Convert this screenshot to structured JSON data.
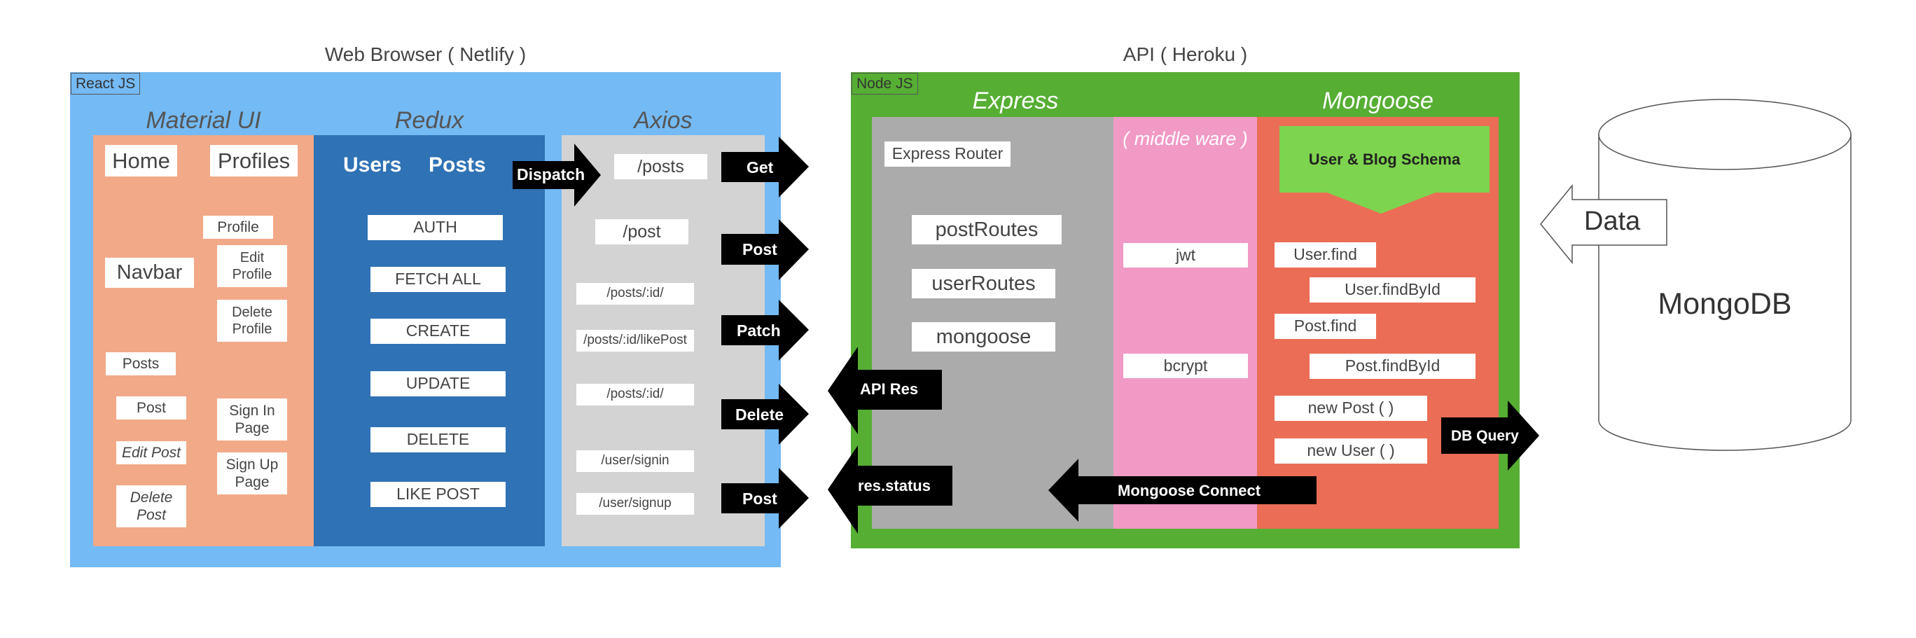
{
  "web_browser": {
    "title": "Web Browser ( Netlify )",
    "tag": "React JS",
    "material_ui": {
      "heading": "Material UI",
      "home": "Home",
      "profiles": "Profiles",
      "profile": "Profile",
      "navbar": "Navbar",
      "edit_profile": "Edit\nProfile",
      "delete_profile": "Delete\nProfile",
      "posts": "Posts",
      "post": "Post",
      "sign_in": "Sign In\nPage",
      "edit_post": "Edit Post",
      "sign_up": "Sign Up\nPage",
      "delete_post": "Delete\nPost"
    },
    "redux": {
      "heading": "Redux",
      "users": "Users",
      "posts": "Posts",
      "actions": [
        "AUTH",
        "FETCH ALL",
        "CREATE",
        "UPDATE",
        "DELETE",
        "LIKE POST"
      ]
    },
    "axios": {
      "heading": "Axios",
      "routes": [
        "/posts",
        "/post",
        "/posts/:id/",
        "/posts/:id/likePost",
        "/posts/:id/",
        "/user/signin",
        "/user/signup"
      ]
    }
  },
  "arrows": {
    "dispatch": "Dispatch",
    "get": "Get",
    "post": "Post",
    "patch": "Patch",
    "delete": "Delete",
    "post2": "Post",
    "api_res": "API Res",
    "res_status": "res.status",
    "mongoose_connect": "Mongoose Connect",
    "db_query": "DB Query",
    "data": "Data"
  },
  "api": {
    "title": "API ( Heroku )",
    "tag": "Node JS",
    "express": {
      "heading": "Express",
      "router": "Express Router",
      "routes": [
        "postRoutes",
        "userRoutes",
        "mongoose"
      ]
    },
    "middleware": {
      "heading": "( middle ware )",
      "items": [
        "jwt",
        "bcrypt"
      ]
    },
    "mongoose": {
      "heading": "Mongoose",
      "schema": "User & Blog Schema",
      "methods": [
        "User.find",
        "User.findById",
        "Post.find",
        "Post.findById",
        "new Post ( )",
        "new User ( )"
      ]
    }
  },
  "database": {
    "label": "MongoDB"
  },
  "colors": {
    "browser_bg": "#74baf5",
    "material_ui_bg": "#f2a987",
    "redux_bg": "#2f72b5",
    "axios_bg": "#d3d3d3",
    "api_bg": "#56ae33",
    "express_bg": "#ababab",
    "middleware_bg": "#f19ac6",
    "mongoose_bg": "#eb6d55",
    "schema_bg": "#7dd44e"
  }
}
